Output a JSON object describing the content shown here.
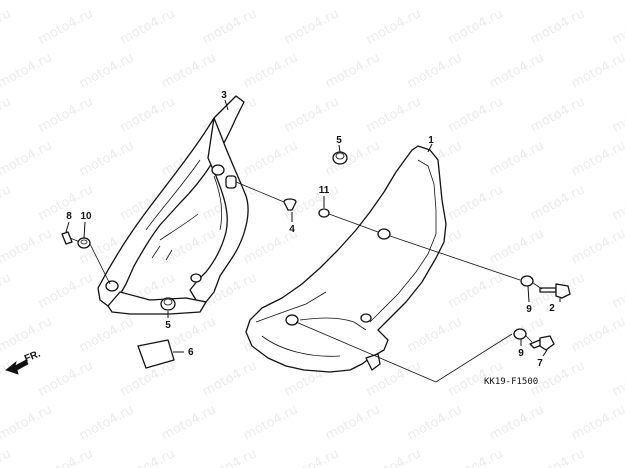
{
  "watermark": {
    "text": "moto4.ru"
  },
  "callouts": [
    {
      "id": "c1",
      "label": "1"
    },
    {
      "id": "c2",
      "label": "2"
    },
    {
      "id": "c3",
      "label": "3"
    },
    {
      "id": "c4",
      "label": "4"
    },
    {
      "id": "c5a",
      "label": "5"
    },
    {
      "id": "c5b",
      "label": "5"
    },
    {
      "id": "c6",
      "label": "6"
    },
    {
      "id": "c7",
      "label": "7"
    },
    {
      "id": "c8",
      "label": "8"
    },
    {
      "id": "c9a",
      "label": "9"
    },
    {
      "id": "c9b",
      "label": "9"
    },
    {
      "id": "c10",
      "label": "10"
    },
    {
      "id": "c11",
      "label": "11"
    }
  ],
  "front_indicator": {
    "label": "FR."
  },
  "diagram_code": "KK19-F1500"
}
